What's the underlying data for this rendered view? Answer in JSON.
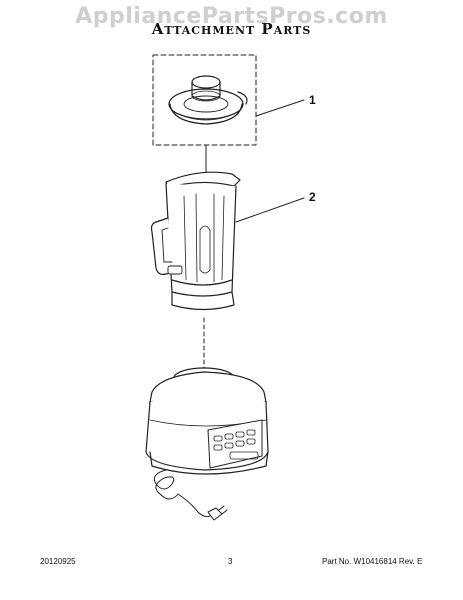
{
  "header": {
    "watermark": "AppliancePartsPros.com",
    "title": "Attachment Parts"
  },
  "callouts": [
    {
      "number": "1",
      "part": "lid"
    },
    {
      "number": "2",
      "part": "pitcher"
    }
  ],
  "footer": {
    "date": "20120925",
    "page": "3",
    "part_info": "Part No. W10416814  Rev. E"
  }
}
